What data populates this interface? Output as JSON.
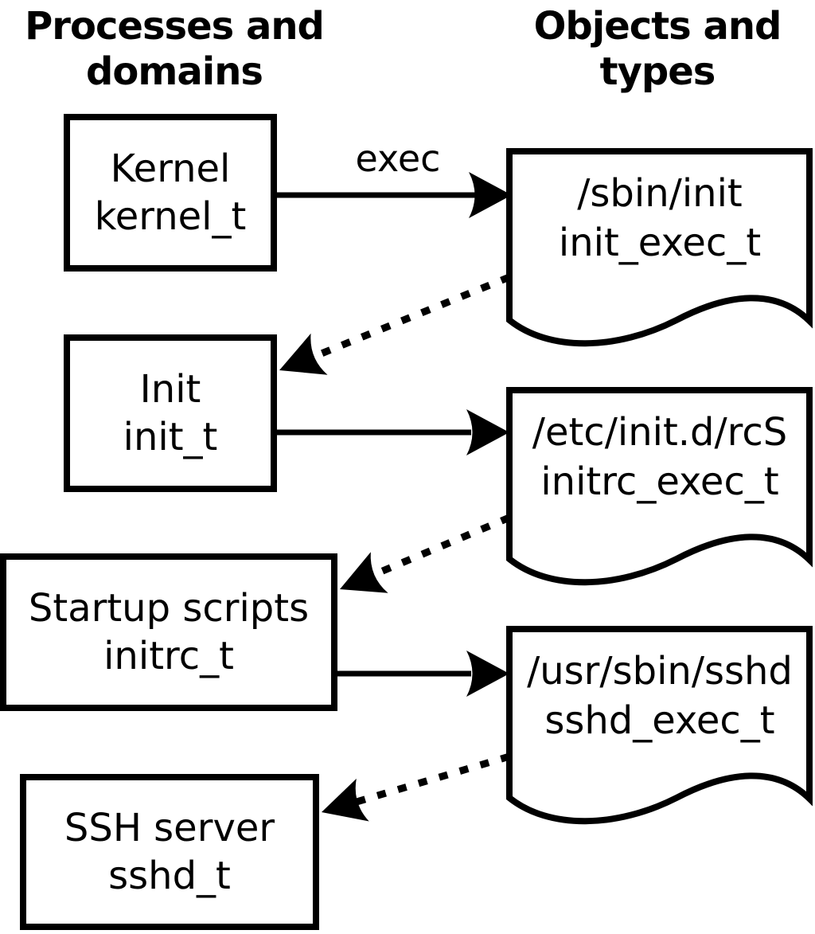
{
  "headers": {
    "left": "Processes and domains",
    "right": "Objects and types"
  },
  "process_boxes": [
    {
      "label": "Kernel",
      "domain": "kernel_t"
    },
    {
      "label": "Init",
      "domain": "init_t"
    },
    {
      "label": "Startup scripts",
      "domain": "initrc_t"
    },
    {
      "label": "SSH server",
      "domain": "sshd_t"
    }
  ],
  "object_docs": [
    {
      "path": "/sbin/init",
      "type": "init_exec_t"
    },
    {
      "path": "/etc/init.d/rcS",
      "type": "initrc_exec_t"
    },
    {
      "path": "/usr/sbin/sshd",
      "type": "sshd_exec_t"
    }
  ],
  "edges": {
    "solid": [
      {
        "from": "kernel_t",
        "to": "init_exec_t",
        "label": "exec"
      },
      {
        "from": "init_t",
        "to": "initrc_exec_t",
        "label": ""
      },
      {
        "from": "initrc_t",
        "to": "sshd_exec_t",
        "label": ""
      }
    ],
    "dotted": [
      {
        "from": "init_exec_t",
        "to": "init_t"
      },
      {
        "from": "initrc_exec_t",
        "to": "initrc_t"
      },
      {
        "from": "sshd_exec_t",
        "to": "sshd_t"
      }
    ]
  },
  "colors": {
    "ink": "#000000",
    "paper": "#ffffff"
  }
}
